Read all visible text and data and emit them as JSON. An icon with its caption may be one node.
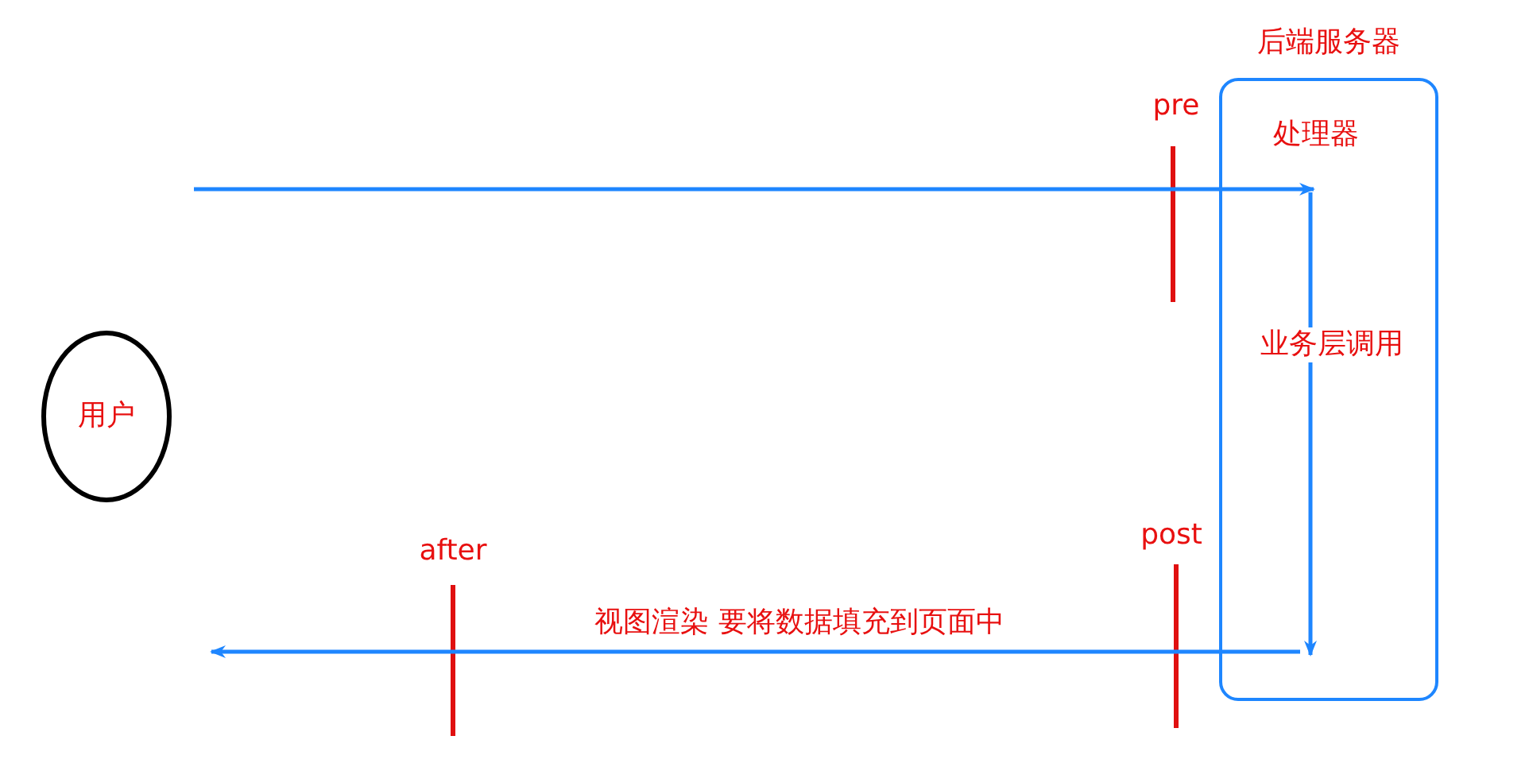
{
  "diagram": {
    "nodes": [
      {
        "text": [
          "用户"
        ]
      },
      {
        "text": [
          "后端服务器"
        ]
      },
      {
        "text": [
          "处理器"
        ],
        "in": 1
      }
    ],
    "edges": [
      {
        "from": null,
        "to": 2,
        "arrow": "to"
      },
      {
        "from": 2,
        "to": null,
        "arrow": "to",
        "label": "业务层调用"
      },
      {
        "from": 1,
        "to": null,
        "arrow": "to",
        "label": "视图渲染 要将数据填充到页面中"
      }
    ],
    "labels": [
      "pre",
      "post",
      "after"
    ]
  }
}
